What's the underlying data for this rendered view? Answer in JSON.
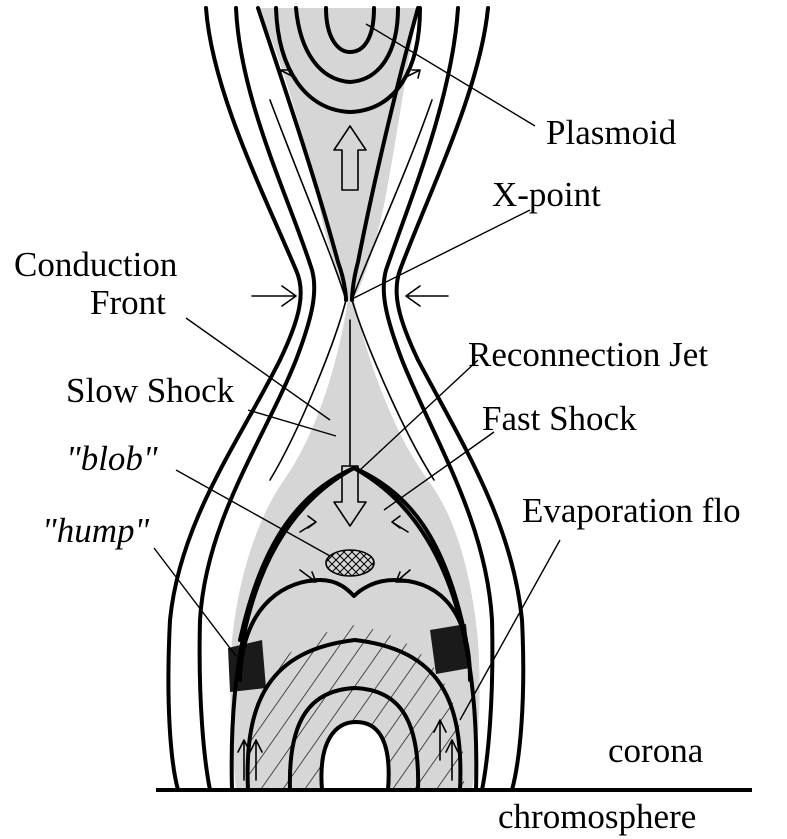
{
  "labels": {
    "plasmoid": "Plasmoid",
    "xpoint": "X-point",
    "conduction_1": "Conduction",
    "conduction_2": "Front",
    "reconnection_jet": "Reconnection Jet",
    "slow_shock": "Slow Shock",
    "fast_shock": "Fast Shock",
    "blob": "\"blob\"",
    "evaporation": "Evaporation flo",
    "hump": "\"hump\"",
    "corona": "corona",
    "chromosphere": "chromosphere"
  },
  "colors": {
    "shaded_region": "#d6d6d6",
    "lines": "#000000",
    "hump": "#1a1a1a",
    "background": "#ffffff"
  }
}
